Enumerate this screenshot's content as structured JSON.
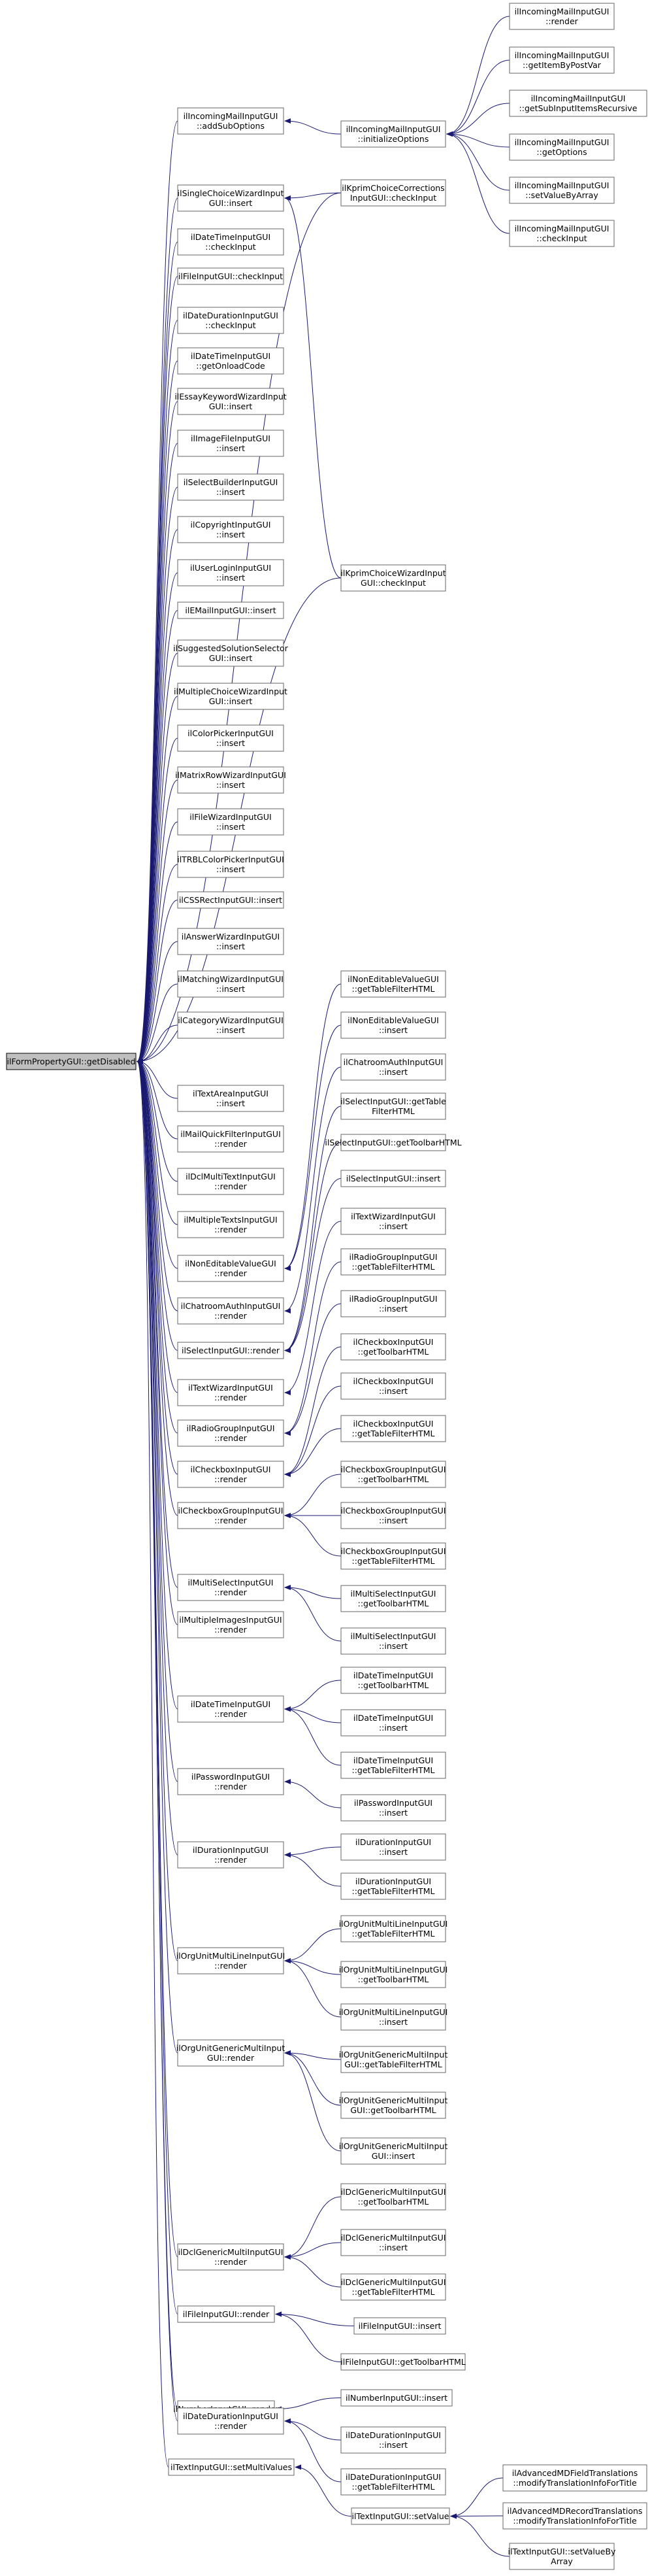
{
  "nodes": [
    {
      "id": "root",
      "lines": [
        "ilFormPropertyGUI::getDisabled"
      ]
    },
    {
      "id": "addsub",
      "lines": [
        "ilIncomingMailInputGUI",
        "::addSubOptions"
      ]
    },
    {
      "id": "singlechoice",
      "lines": [
        "ilSingleChoiceWizardInput",
        "GUI::insert"
      ]
    },
    {
      "id": "datetimecheck",
      "lines": [
        "ilDateTimeInputGUI",
        "::checkInput"
      ]
    },
    {
      "id": "filecheck",
      "lines": [
        "ilFileInputGUI::checkInput"
      ]
    },
    {
      "id": "durationcheck",
      "lines": [
        "ilDateDurationInputGUI",
        "::checkInput"
      ]
    },
    {
      "id": "datetimeonload",
      "lines": [
        "ilDateTimeInputGUI",
        "::getOnloadCode"
      ]
    },
    {
      "id": "essay",
      "lines": [
        "ilEssayKeywordWizardInput",
        "GUI::insert"
      ]
    },
    {
      "id": "imagefile",
      "lines": [
        "ilImageFileInputGUI",
        "::insert"
      ]
    },
    {
      "id": "selectbuilder",
      "lines": [
        "ilSelectBuilderInputGUI",
        "::insert"
      ]
    },
    {
      "id": "copyright",
      "lines": [
        "ilCopyrightInputGUI",
        "::insert"
      ]
    },
    {
      "id": "userlogin",
      "lines": [
        "ilUserLoginInputGUI",
        "::insert"
      ]
    },
    {
      "id": "email",
      "lines": [
        "ilEMailInputGUI::insert"
      ]
    },
    {
      "id": "suggested",
      "lines": [
        "ilSuggestedSolutionSelector",
        "GUI::insert"
      ]
    },
    {
      "id": "multichoice",
      "lines": [
        "ilMultipleChoiceWizardInput",
        "GUI::insert"
      ]
    },
    {
      "id": "colorpicker",
      "lines": [
        "ilColorPickerInputGUI",
        "::insert"
      ]
    },
    {
      "id": "matrixrow",
      "lines": [
        "ilMatrixRowWizardInputGUI",
        "::insert"
      ]
    },
    {
      "id": "filewizard",
      "lines": [
        "ilFileWizardInputGUI",
        "::insert"
      ]
    },
    {
      "id": "trbl",
      "lines": [
        "ilTRBLColorPickerInputGUI",
        "::insert"
      ]
    },
    {
      "id": "cssrect",
      "lines": [
        "ilCSSRectInputGUI::insert"
      ]
    },
    {
      "id": "answerwizard",
      "lines": [
        "ilAnswerWizardInputGUI",
        "::insert"
      ]
    },
    {
      "id": "matchingwizard",
      "lines": [
        "ilMatchingWizardInputGUI",
        "::insert"
      ]
    },
    {
      "id": "categorywizard",
      "lines": [
        "ilCategoryWizardInputGUI",
        "::insert"
      ]
    },
    {
      "id": "textarea",
      "lines": [
        "ilTextAreaInputGUI",
        "::insert"
      ]
    },
    {
      "id": "mailquick",
      "lines": [
        "ilMailQuickFilterInputGUI",
        "::render"
      ]
    },
    {
      "id": "dclmulti",
      "lines": [
        "ilDclMultiTextInputGUI",
        "::render"
      ]
    },
    {
      "id": "multipletexts",
      "lines": [
        "ilMultipleTextsInputGUI",
        "::render"
      ]
    },
    {
      "id": "noneditable",
      "lines": [
        "ilNonEditableValueGUI",
        "::render"
      ]
    },
    {
      "id": "chatroom",
      "lines": [
        "ilChatroomAuthInputGUI",
        "::render"
      ]
    },
    {
      "id": "selectrender",
      "lines": [
        "ilSelectInputGUI::render"
      ]
    },
    {
      "id": "textwizard",
      "lines": [
        "ilTextWizardInputGUI",
        "::render"
      ]
    },
    {
      "id": "radiogroup",
      "lines": [
        "ilRadioGroupInputGUI",
        "::render"
      ]
    },
    {
      "id": "checkbox",
      "lines": [
        "ilCheckboxInputGUI",
        "::render"
      ]
    },
    {
      "id": "checkboxgroup",
      "lines": [
        "ilCheckboxGroupInputGUI",
        "::render"
      ]
    },
    {
      "id": "multiselect",
      "lines": [
        "ilMultiSelectInputGUI",
        "::render"
      ]
    },
    {
      "id": "multipleimages",
      "lines": [
        "ilMultipleImagesInputGUI",
        "::render"
      ]
    },
    {
      "id": "datetimerender",
      "lines": [
        "ilDateTimeInputGUI",
        "::render"
      ]
    },
    {
      "id": "password",
      "lines": [
        "ilPasswordInputGUI",
        "::render"
      ]
    },
    {
      "id": "duration",
      "lines": [
        "ilDurationInputGUI",
        "::render"
      ]
    },
    {
      "id": "orgmultiline",
      "lines": [
        "ilOrgUnitMultiLineInputGUI",
        "::render"
      ]
    },
    {
      "id": "orggeneric",
      "lines": [
        "ilOrgUnitGenericMultiInput",
        "GUI::render"
      ]
    },
    {
      "id": "dclgeneric",
      "lines": [
        "ilDclGenericMultiInputGUI",
        "::render"
      ]
    },
    {
      "id": "filerender",
      "lines": [
        "ilFileInputGUI::render"
      ]
    },
    {
      "id": "number",
      "lines": [
        "ilNumberInputGUI::render"
      ]
    },
    {
      "id": "datedurationrender",
      "lines": [
        "ilDateDurationInputGUI",
        "::render"
      ]
    },
    {
      "id": "textmulti",
      "lines": [
        "ilTextInputGUI::setMultiValues"
      ]
    },
    {
      "id": "initopts",
      "lines": [
        "ilIncomingMailInputGUI",
        "::initializeOptions"
      ]
    },
    {
      "id": "kprimcorr",
      "lines": [
        "ilKprimChoiceCorrections",
        "InputGUI::checkInput"
      ]
    },
    {
      "id": "kprimwiz",
      "lines": [
        "ilKprimChoiceWizardInput",
        "GUI::checkInput"
      ]
    },
    {
      "id": "ne_filter",
      "lines": [
        "ilNonEditableValueGUI",
        "::getTableFilterHTML"
      ]
    },
    {
      "id": "ne_insert",
      "lines": [
        "ilNonEditableValueGUI",
        "::insert"
      ]
    },
    {
      "id": "ch_insert",
      "lines": [
        "ilChatroomAuthInputGUI",
        "::insert"
      ]
    },
    {
      "id": "sel_filter",
      "lines": [
        "ilSelectInputGUI::getTable",
        "FilterHTML"
      ]
    },
    {
      "id": "sel_toolbar",
      "lines": [
        "ilSelectInputGUI::getToolbarHTML"
      ]
    },
    {
      "id": "sel_insert",
      "lines": [
        "ilSelectInputGUI::insert"
      ]
    },
    {
      "id": "tw_insert",
      "lines": [
        "ilTextWizardInputGUI",
        "::insert"
      ]
    },
    {
      "id": "rg_filter",
      "lines": [
        "ilRadioGroupInputGUI",
        "::getTableFilterHTML"
      ]
    },
    {
      "id": "rg_insert",
      "lines": [
        "ilRadioGroupInputGUI",
        "::insert"
      ]
    },
    {
      "id": "cb_toolbar",
      "lines": [
        "ilCheckboxInputGUI",
        "::getToolbarHTML"
      ]
    },
    {
      "id": "cb_insert",
      "lines": [
        "ilCheckboxInputGUI",
        "::insert"
      ]
    },
    {
      "id": "cb_filter",
      "lines": [
        "ilCheckboxInputGUI",
        "::getTableFilterHTML"
      ]
    },
    {
      "id": "cbg_toolbar",
      "lines": [
        "ilCheckboxGroupInputGUI",
        "::getToolbarHTML"
      ]
    },
    {
      "id": "cbg_insert",
      "lines": [
        "ilCheckboxGroupInputGUI",
        "::insert"
      ]
    },
    {
      "id": "cbg_filter",
      "lines": [
        "ilCheckboxGroupInputGUI",
        "::getTableFilterHTML"
      ]
    },
    {
      "id": "ms_toolbar",
      "lines": [
        "ilMultiSelectInputGUI",
        "::getToolbarHTML"
      ]
    },
    {
      "id": "ms_insert",
      "lines": [
        "ilMultiSelectInputGUI",
        "::insert"
      ]
    },
    {
      "id": "dt_toolbar",
      "lines": [
        "ilDateTimeInputGUI",
        "::getToolbarHTML"
      ]
    },
    {
      "id": "dt_insert",
      "lines": [
        "ilDateTimeInputGUI",
        "::insert"
      ]
    },
    {
      "id": "dt_filter",
      "lines": [
        "ilDateTimeInputGUI",
        "::getTableFilterHTML"
      ]
    },
    {
      "id": "pw_insert",
      "lines": [
        "ilPasswordInputGUI",
        "::insert"
      ]
    },
    {
      "id": "du_insert",
      "lines": [
        "ilDurationInputGUI",
        "::insert"
      ]
    },
    {
      "id": "du_filter",
      "lines": [
        "ilDurationInputGUI",
        "::getTableFilterHTML"
      ]
    },
    {
      "id": "oml_filter",
      "lines": [
        "ilOrgUnitMultiLineInputGUI",
        "::getTableFilterHTML"
      ]
    },
    {
      "id": "oml_toolbar",
      "lines": [
        "ilOrgUnitMultiLineInputGUI",
        "::getToolbarHTML"
      ]
    },
    {
      "id": "oml_insert",
      "lines": [
        "ilOrgUnitMultiLineInputGUI",
        "::insert"
      ]
    },
    {
      "id": "ogm_filter",
      "lines": [
        "ilOrgUnitGenericMultiInput",
        "GUI::getTableFilterHTML"
      ]
    },
    {
      "id": "ogm_toolbar",
      "lines": [
        "ilOrgUnitGenericMultiInput",
        "GUI::getToolbarHTML"
      ]
    },
    {
      "id": "ogm_insert",
      "lines": [
        "ilOrgUnitGenericMultiInput",
        "GUI::insert"
      ]
    },
    {
      "id": "dcg_toolbar",
      "lines": [
        "ilDclGenericMultiInputGUI",
        "::getToolbarHTML"
      ]
    },
    {
      "id": "dcg_insert",
      "lines": [
        "ilDclGenericMultiInputGUI",
        "::insert"
      ]
    },
    {
      "id": "dcg_filter",
      "lines": [
        "ilDclGenericMultiInputGUI",
        "::getTableFilterHTML"
      ]
    },
    {
      "id": "fi_insert",
      "lines": [
        "ilFileInputGUI::insert"
      ]
    },
    {
      "id": "fi_toolbar",
      "lines": [
        "ilFileInputGUI::getToolbarHTML"
      ]
    },
    {
      "id": "num_insert",
      "lines": [
        "ilNumberInputGUI::insert"
      ]
    },
    {
      "id": "dd_insert",
      "lines": [
        "ilDateDurationInputGUI",
        "::insert"
      ]
    },
    {
      "id": "dd_filter",
      "lines": [
        "ilDateDurationInputGUI",
        "::getTableFilterHTML"
      ]
    },
    {
      "id": "setvalue",
      "lines": [
        "ilTextInputGUI::setValue"
      ]
    },
    {
      "id": "im_render",
      "lines": [
        "ilIncomingMailInputGUI",
        "::render"
      ]
    },
    {
      "id": "im_getitem",
      "lines": [
        "ilIncomingMailInputGUI",
        "::getItemByPostVar"
      ]
    },
    {
      "id": "im_getsub",
      "lines": [
        "ilIncomingMailInputGUI",
        "::getSubInputItemsRecursive"
      ]
    },
    {
      "id": "im_getopts",
      "lines": [
        "ilIncomingMailInputGUI",
        "::getOptions"
      ]
    },
    {
      "id": "im_setarray",
      "lines": [
        "ilIncomingMailInputGUI",
        "::setValueByArray"
      ]
    },
    {
      "id": "im_check",
      "lines": [
        "ilIncomingMailInputGUI",
        "::checkInput"
      ]
    },
    {
      "id": "adv_field",
      "lines": [
        "ilAdvancedMDFieldTranslations",
        "::modifyTranslationInfoForTitle"
      ]
    },
    {
      "id": "adv_record",
      "lines": [
        "ilAdvancedMDRecordTranslations",
        "::modifyTranslationInfoForTitle"
      ]
    },
    {
      "id": "ti_setarray",
      "lines": [
        "ilTextInputGUI::setValueBy",
        "Array"
      ]
    }
  ],
  "edges": [
    [
      "addsub",
      "root"
    ],
    [
      "singlechoice",
      "root"
    ],
    [
      "datetimecheck",
      "root"
    ],
    [
      "filecheck",
      "root"
    ],
    [
      "durationcheck",
      "root"
    ],
    [
      "datetimeonload",
      "root"
    ],
    [
      "essay",
      "root"
    ],
    [
      "imagefile",
      "root"
    ],
    [
      "selectbuilder",
      "root"
    ],
    [
      "copyright",
      "root"
    ],
    [
      "userlogin",
      "root"
    ],
    [
      "email",
      "root"
    ],
    [
      "suggested",
      "root"
    ],
    [
      "multichoice",
      "root"
    ],
    [
      "colorpicker",
      "root"
    ],
    [
      "matrixrow",
      "root"
    ],
    [
      "filewizard",
      "root"
    ],
    [
      "trbl",
      "root"
    ],
    [
      "cssrect",
      "root"
    ],
    [
      "answerwizard",
      "root"
    ],
    [
      "matchingwizard",
      "root"
    ],
    [
      "categorywizard",
      "root"
    ],
    [
      "textarea",
      "root"
    ],
    [
      "mailquick",
      "root"
    ],
    [
      "dclmulti",
      "root"
    ],
    [
      "multipletexts",
      "root"
    ],
    [
      "noneditable",
      "root"
    ],
    [
      "chatroom",
      "root"
    ],
    [
      "selectrender",
      "root"
    ],
    [
      "textwizard",
      "root"
    ],
    [
      "radiogroup",
      "root"
    ],
    [
      "checkbox",
      "root"
    ],
    [
      "checkboxgroup",
      "root"
    ],
    [
      "multiselect",
      "root"
    ],
    [
      "multipleimages",
      "root"
    ],
    [
      "datetimerender",
      "root"
    ],
    [
      "password",
      "root"
    ],
    [
      "duration",
      "root"
    ],
    [
      "orgmultiline",
      "root"
    ],
    [
      "orggeneric",
      "root"
    ],
    [
      "dclgeneric",
      "root"
    ],
    [
      "filerender",
      "root"
    ],
    [
      "number",
      "root"
    ],
    [
      "datedurationrender",
      "root"
    ],
    [
      "textmulti",
      "root"
    ],
    [
      "kprimcorr",
      "root"
    ],
    [
      "kprimwiz",
      "root"
    ],
    [
      "initopts",
      "addsub"
    ],
    [
      "im_render",
      "initopts"
    ],
    [
      "im_getitem",
      "initopts"
    ],
    [
      "im_getsub",
      "initopts"
    ],
    [
      "im_getopts",
      "initopts"
    ],
    [
      "im_setarray",
      "initopts"
    ],
    [
      "im_check",
      "initopts"
    ],
    [
      "kprimcorr",
      "singlechoice"
    ],
    [
      "kprimwiz",
      "singlechoice"
    ],
    [
      "ne_filter",
      "noneditable"
    ],
    [
      "ne_insert",
      "noneditable"
    ],
    [
      "ch_insert",
      "chatroom"
    ],
    [
      "sel_filter",
      "selectrender"
    ],
    [
      "sel_toolbar",
      "selectrender"
    ],
    [
      "sel_insert",
      "selectrender"
    ],
    [
      "tw_insert",
      "textwizard"
    ],
    [
      "rg_filter",
      "radiogroup"
    ],
    [
      "rg_insert",
      "radiogroup"
    ],
    [
      "cb_toolbar",
      "checkbox"
    ],
    [
      "cb_insert",
      "checkbox"
    ],
    [
      "cb_filter",
      "checkbox"
    ],
    [
      "cbg_toolbar",
      "checkboxgroup"
    ],
    [
      "cbg_insert",
      "checkboxgroup"
    ],
    [
      "cbg_filter",
      "checkboxgroup"
    ],
    [
      "ms_toolbar",
      "multiselect"
    ],
    [
      "ms_insert",
      "multiselect"
    ],
    [
      "dt_toolbar",
      "datetimerender"
    ],
    [
      "dt_insert",
      "datetimerender"
    ],
    [
      "dt_filter",
      "datetimerender"
    ],
    [
      "pw_insert",
      "password"
    ],
    [
      "du_insert",
      "duration"
    ],
    [
      "du_filter",
      "duration"
    ],
    [
      "oml_filter",
      "orgmultiline"
    ],
    [
      "oml_toolbar",
      "orgmultiline"
    ],
    [
      "oml_insert",
      "orgmultiline"
    ],
    [
      "ogm_filter",
      "orggeneric"
    ],
    [
      "ogm_toolbar",
      "orggeneric"
    ],
    [
      "ogm_insert",
      "orggeneric"
    ],
    [
      "dcg_toolbar",
      "dclgeneric"
    ],
    [
      "dcg_insert",
      "dclgeneric"
    ],
    [
      "dcg_filter",
      "dclgeneric"
    ],
    [
      "fi_insert",
      "filerender"
    ],
    [
      "fi_toolbar",
      "filerender"
    ],
    [
      "num_insert",
      "number"
    ],
    [
      "dd_insert",
      "datedurationrender"
    ],
    [
      "dd_filter",
      "datedurationrender"
    ],
    [
      "setvalue",
      "textmulti"
    ],
    [
      "adv_field",
      "setvalue"
    ],
    [
      "adv_record",
      "setvalue"
    ],
    [
      "ti_setarray",
      "setvalue"
    ]
  ]
}
